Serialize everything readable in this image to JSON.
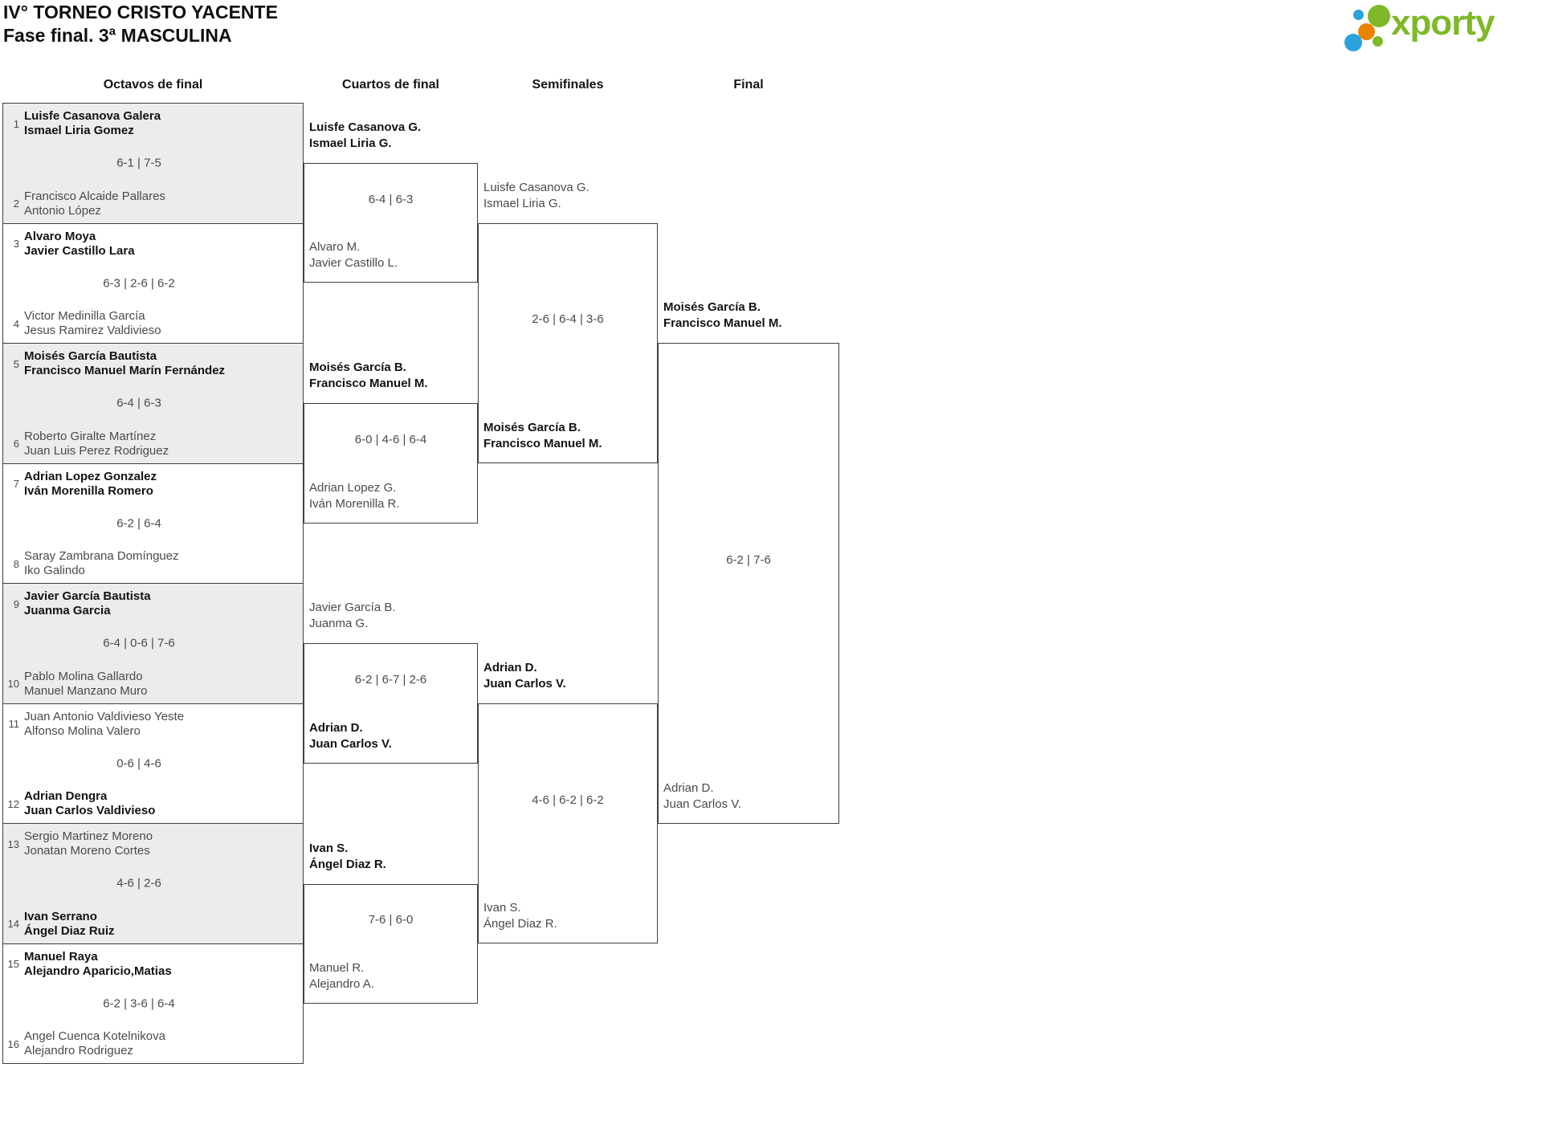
{
  "title": {
    "line1": "IV° TORNEO CRISTO YACENTE",
    "line2": "Fase final. 3ª MASCULINA"
  },
  "logo": {
    "text": "xporty",
    "colors": {
      "green": "#7db928",
      "blue": "#29a3dc",
      "orange": "#e98300"
    }
  },
  "rounds": [
    "Octavos de final",
    "Cuartos de final",
    "Semifinales",
    "Final"
  ],
  "bracket": {
    "octavos": [
      {
        "seed1": "1",
        "team1": [
          "Luisfe Casanova Galera",
          "Ismael Liria Gomez"
        ],
        "winner": "top",
        "score": "6-1 | 7-5",
        "seed2": "2",
        "team2": [
          "Francisco Alcaide Pallares",
          "Antonio López"
        ]
      },
      {
        "seed1": "3",
        "team1": [
          "Alvaro Moya",
          "Javier Castillo Lara"
        ],
        "winner": "top",
        "score": "6-3 | 2-6 | 6-2",
        "seed2": "4",
        "team2": [
          "Victor Medinilla García",
          "Jesus Ramirez Valdivieso"
        ]
      },
      {
        "seed1": "5",
        "team1": [
          "Moisés García Bautista",
          "Francisco Manuel Marín Fernández"
        ],
        "winner": "top",
        "score": "6-4 | 6-3",
        "seed2": "6",
        "team2": [
          "Roberto Giralte Martínez",
          "Juan Luis Perez Rodriguez"
        ]
      },
      {
        "seed1": "7",
        "team1": [
          "Adrian Lopez Gonzalez",
          "Iván Morenilla Romero"
        ],
        "winner": "top",
        "score": "6-2 | 6-4",
        "seed2": "8",
        "team2": [
          "Saray Zambrana Domínguez",
          "Iko Galindo"
        ]
      },
      {
        "seed1": "9",
        "team1": [
          "Javier García Bautista",
          "Juanma Garcia"
        ],
        "winner": "top",
        "score": "6-4 | 0-6 | 7-6",
        "seed2": "10",
        "team2": [
          "Pablo Molina Gallardo",
          "Manuel Manzano Muro"
        ]
      },
      {
        "seed1": "11",
        "team1": [
          "Juan Antonio Valdivieso Yeste",
          "Alfonso Molina Valero"
        ],
        "winner": "bottom",
        "score": "0-6 | 4-6",
        "seed2": "12",
        "team2": [
          "Adrian Dengra",
          "Juan Carlos Valdivieso"
        ]
      },
      {
        "seed1": "13",
        "team1": [
          "Sergio Martinez Moreno",
          "Jonatan Moreno Cortes"
        ],
        "winner": "bottom",
        "score": "4-6 | 2-6",
        "seed2": "14",
        "team2": [
          "Ivan Serrano",
          "Ángel Diaz Ruiz"
        ]
      },
      {
        "seed1": "15",
        "team1": [
          "Manuel Raya",
          "Alejandro Aparicio,Matias"
        ],
        "winner": "top",
        "score": "6-2 | 3-6 | 6-4",
        "seed2": "16",
        "team2": [
          "Angel Cuenca Kotelnikova",
          "Alejandro Rodriguez"
        ]
      }
    ],
    "cuartos": [
      {
        "top": [
          "Luisfe Casanova G.",
          "Ismael Liria G."
        ],
        "top_bold": true,
        "score": "6-4 | 6-3",
        "bottom": [
          "Alvaro M.",
          "Javier Castillo L."
        ],
        "bottom_bold": false
      },
      {
        "top": [
          "Moisés García B.",
          "Francisco Manuel M."
        ],
        "top_bold": true,
        "score": "6-0 | 4-6 | 6-4",
        "bottom": [
          "Adrian Lopez G.",
          "Iván Morenilla R."
        ],
        "bottom_bold": false
      },
      {
        "top": [
          "Javier García B.",
          "Juanma G."
        ],
        "top_bold": false,
        "score": "6-2 | 6-7 | 2-6",
        "bottom": [
          "Adrian D.",
          "Juan Carlos V."
        ],
        "bottom_bold": true
      },
      {
        "top": [
          "Ivan S.",
          "Ángel Diaz R."
        ],
        "top_bold": true,
        "score": "7-6 | 6-0",
        "bottom": [
          "Manuel R.",
          "Alejandro A."
        ],
        "bottom_bold": false
      }
    ],
    "semifinales": [
      {
        "top": [
          "Luisfe Casanova G.",
          "Ismael Liria G."
        ],
        "top_bold": false,
        "score": "2-6 | 6-4 | 3-6",
        "bottom": [
          "Moisés García B.",
          "Francisco Manuel M."
        ],
        "bottom_bold": true
      },
      {
        "top": [
          "Adrian D.",
          "Juan Carlos V."
        ],
        "top_bold": true,
        "score": "4-6 | 6-2 | 6-2",
        "bottom": [
          "Ivan S.",
          "Ángel Diaz R."
        ],
        "bottom_bold": false
      }
    ],
    "final": [
      {
        "top": [
          "Moisés García B.",
          "Francisco Manuel M."
        ],
        "top_bold": true,
        "score": "6-2 | 7-6",
        "bottom": [
          "Adrian D.",
          "Juan Carlos V."
        ],
        "bottom_bold": false
      }
    ]
  }
}
